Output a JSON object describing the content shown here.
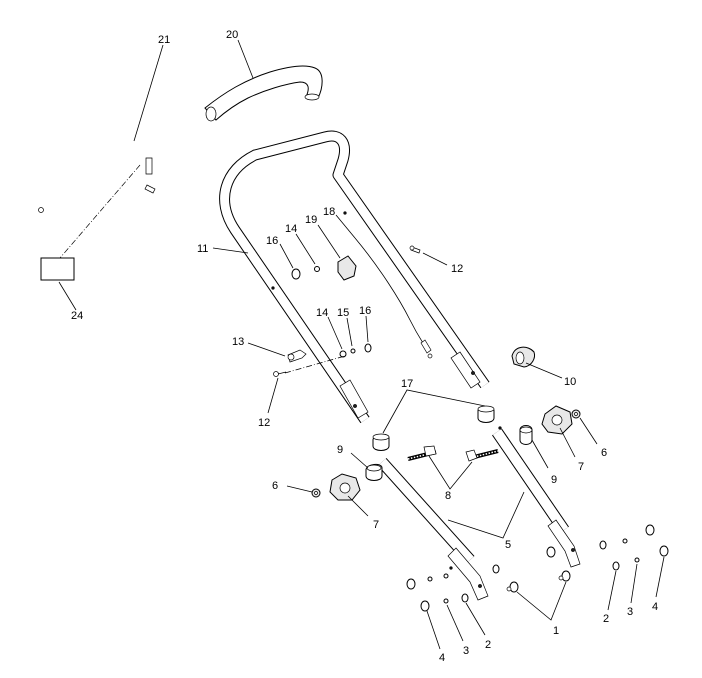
{
  "callouts": [
    {
      "id": "c21a",
      "text": "21"
    },
    {
      "id": "c20a",
      "text": "20"
    },
    {
      "id": "c11a",
      "text": "11"
    },
    {
      "id": "c16a",
      "text": "16"
    },
    {
      "id": "c14a",
      "text": "14"
    },
    {
      "id": "c19a",
      "text": "19"
    },
    {
      "id": "c18a",
      "text": "18"
    },
    {
      "id": "c12a",
      "text": "12"
    },
    {
      "id": "c24a",
      "text": "24"
    },
    {
      "id": "c14b",
      "text": "14"
    },
    {
      "id": "c15a",
      "text": "15"
    },
    {
      "id": "c16b",
      "text": "16"
    },
    {
      "id": "c13a",
      "text": "13"
    },
    {
      "id": "c10a",
      "text": "10"
    },
    {
      "id": "c17a",
      "text": "17"
    },
    {
      "id": "c12b",
      "text": "12"
    },
    {
      "id": "c9a",
      "text": "9"
    },
    {
      "id": "c9b",
      "text": "9"
    },
    {
      "id": "c6a",
      "text": "6"
    },
    {
      "id": "c6b",
      "text": "6"
    },
    {
      "id": "c7a",
      "text": "7"
    },
    {
      "id": "c7b",
      "text": "7"
    },
    {
      "id": "c8a",
      "text": "8"
    },
    {
      "id": "c5a",
      "text": "5"
    },
    {
      "id": "c1a",
      "text": "1"
    },
    {
      "id": "c2a",
      "text": "2"
    },
    {
      "id": "c3a",
      "text": "3"
    },
    {
      "id": "c4a",
      "text": "4"
    },
    {
      "id": "c4b",
      "text": "4"
    },
    {
      "id": "c3b",
      "text": "3"
    },
    {
      "id": "c2b",
      "text": "2"
    }
  ]
}
